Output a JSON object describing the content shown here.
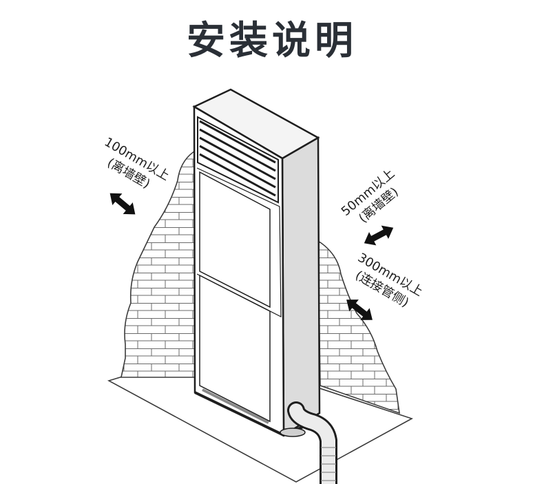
{
  "title": "安装说明",
  "clearances": [
    {
      "distance": "100mm以上",
      "note": "(离墙壁)"
    },
    {
      "distance": "50mm以上",
      "note": "(离墙壁)"
    },
    {
      "distance": "300mm以上",
      "note": "(连接管侧)"
    }
  ],
  "colors": {
    "title": "#2a2f36",
    "line": "#1e1e1e",
    "unit_side": "#dcdcdc"
  }
}
